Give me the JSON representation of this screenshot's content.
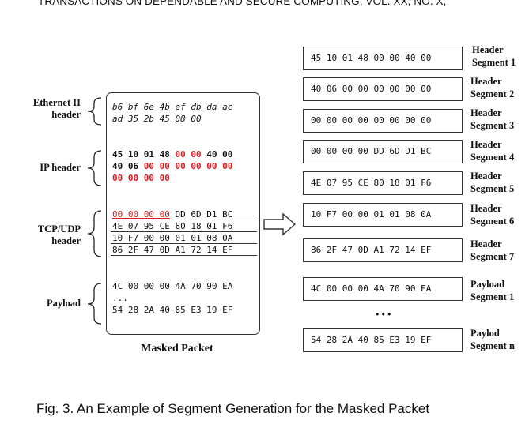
{
  "header_text": "TRANSACTIONS ON DEPENDABLE AND SECURE COMPUTING, VOL. XX, NO. X,",
  "caption": "Fig. 3. An Example of Segment Generation for the Masked Packet",
  "masked_packet": {
    "title": "Masked Packet",
    "labels": {
      "ethernet_line1": "Ethernet II",
      "ethernet_line2": "header",
      "ip": "IP header",
      "tcp_line1": "TCP/UDP",
      "tcp_line2": "header",
      "payload": "Payload"
    },
    "ethernet": {
      "line1": "b6 bf 6e 4b ef db da ac",
      "line2": "ad 35 2b 45 08 00"
    },
    "ip": {
      "line1_black_a": "45 10 01 48 ",
      "line1_red": "00 00 ",
      "line1_black_b": "40 00",
      "line2_black": "40 06 ",
      "line2_red": "00 00 00 00 00 00",
      "line3_red": "00 00 00 00"
    },
    "tcp": {
      "line1_red": "00 00 00 00",
      "line1_black": " DD 6D D1 BC",
      "line2": "4E 07 95 CE 80 18 01 F6",
      "line3": "10 F7 00 00 01 01 08 0A",
      "line4": "86 2F 47 0D A1 72 14 EF"
    },
    "payload": {
      "line1": "4C 00 00 00 4A 70 90 EA",
      "ellipsis": "...",
      "line3": "54 28 2A 40 85 E3 19 EF"
    }
  },
  "segments": [
    {
      "hex": "45 10 01 48 00 00 40 00",
      "label_line1": "Header",
      "label_line2": "Segment 1"
    },
    {
      "hex": "40 06 00 00 00 00 00 00",
      "label_line1": "Header",
      "label_line2": "Segment 2"
    },
    {
      "hex": "00 00 00 00 00 00 00 00",
      "label_line1": "Header",
      "label_line2": "Segment 3"
    },
    {
      "hex": "00 00 00 00 DD 6D D1 BC",
      "label_line1": "Header",
      "label_line2": "Segment 4"
    },
    {
      "hex": "4E 07 95 CE 80 18 01 F6",
      "label_line1": "Header",
      "label_line2": "Segment 5"
    },
    {
      "hex": "10 F7 00 00 01 01 08 0A",
      "label_line1": "Header",
      "label_line2": "Segment 6"
    },
    {
      "hex": "86 2F 47 0D A1 72 14 EF",
      "label_line1": "Header",
      "label_line2": "Segment 7"
    },
    {
      "hex": "4C 00 00 00 4A 70 90 EA",
      "label_line1": "Payload",
      "label_line2": "Segment 1"
    },
    {
      "hex": "54 28 2A 40 85 E3 19 EF",
      "label_line1": "Paylod",
      "label_line2": "Segment n"
    }
  ],
  "segments_ellipsis": "•••",
  "colors": {
    "masked": "#e0191c",
    "border": "#333333"
  }
}
